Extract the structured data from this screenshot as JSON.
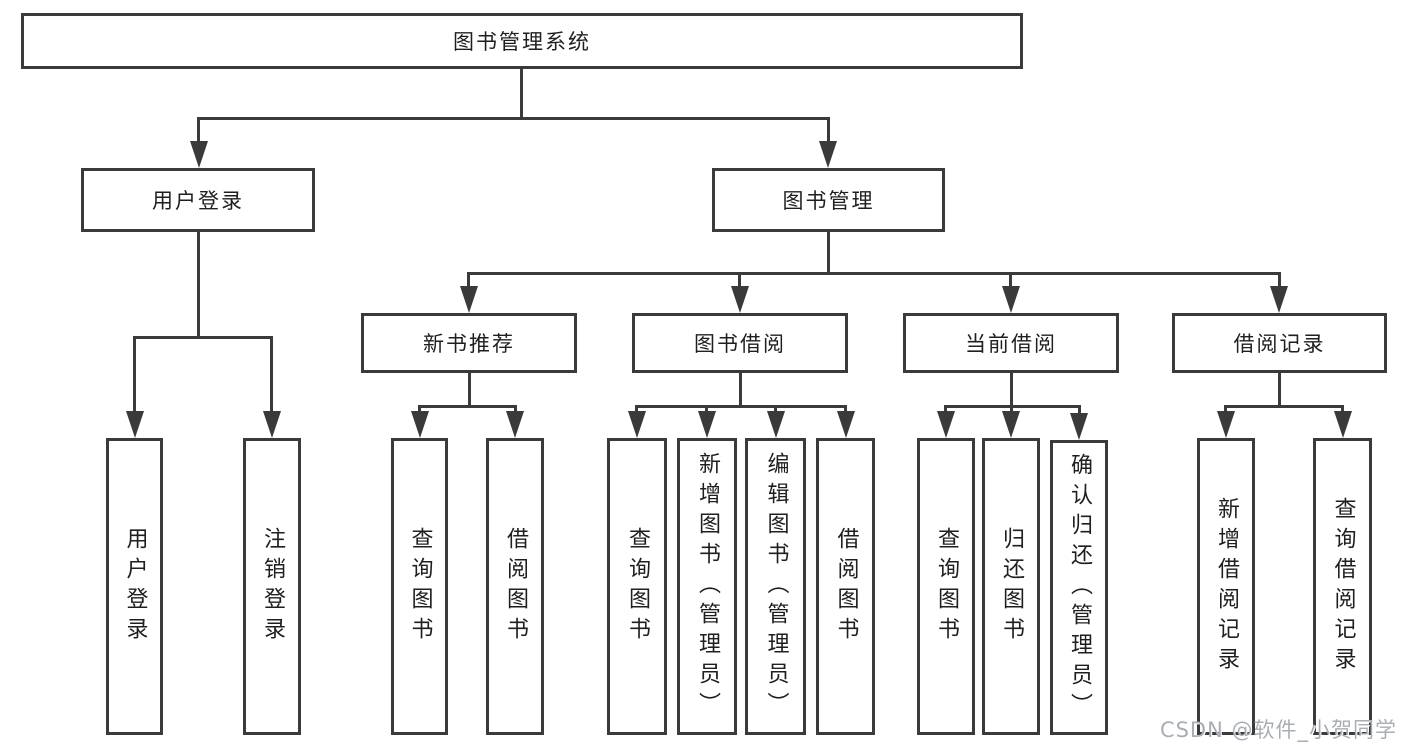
{
  "diagram": {
    "root": {
      "label": "图书管理系统"
    },
    "level2": {
      "user_login": {
        "label": "用户登录",
        "children": [
          {
            "label": "用户登录"
          },
          {
            "label": "注销登录"
          }
        ]
      },
      "book_management": {
        "label": "图书管理",
        "children": {
          "new_book_recommend": {
            "label": "新书推荐",
            "children": [
              {
                "label": "查询图书"
              },
              {
                "label": "借阅图书"
              }
            ]
          },
          "book_borrow": {
            "label": "图书借阅",
            "children": [
              {
                "label": "查询图书"
              },
              {
                "label": "新增图书（管理员）"
              },
              {
                "label": "编辑图书（管理员）"
              },
              {
                "label": "借阅图书"
              }
            ]
          },
          "current_borrow": {
            "label": "当前借阅",
            "children": [
              {
                "label": "查询图书"
              },
              {
                "label": "归还图书"
              },
              {
                "label": "确认归还（管理员）"
              }
            ]
          },
          "borrow_records": {
            "label": "借阅记录",
            "children": [
              {
                "label": "新增借阅记录"
              },
              {
                "label": "查询借阅记录"
              }
            ]
          }
        }
      }
    }
  },
  "watermark": {
    "text": "CSDN @软件_小贺同学"
  },
  "colors": {
    "line": "#3a3a3a",
    "text": "#1f1f1f",
    "background": "#ffffff",
    "watermark_text": "#a9aeb4"
  }
}
